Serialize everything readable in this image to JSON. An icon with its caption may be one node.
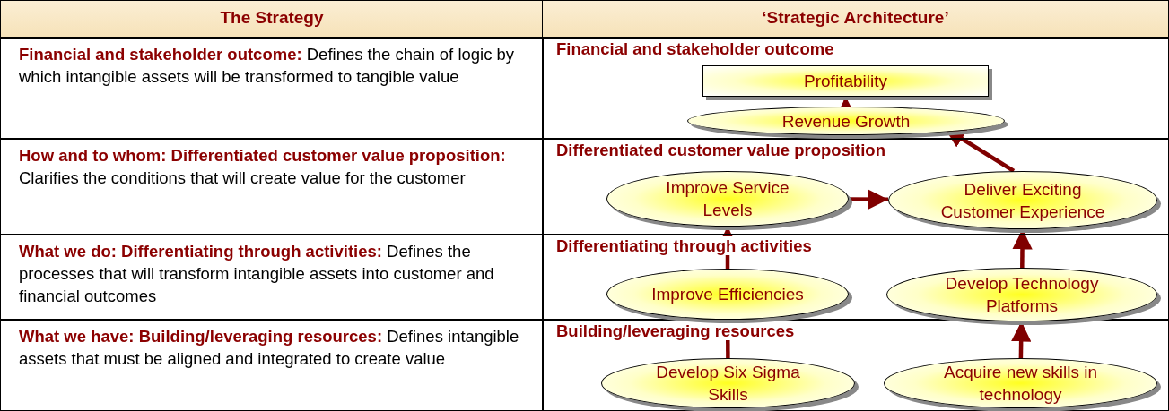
{
  "diagram": {
    "nodes": [
      {
        "text": [
          "Profitability"
        ]
      },
      {
        "text": [
          "Revenue Growth"
        ]
      },
      {
        "text": [
          "Improve Service Levels"
        ]
      },
      {
        "text": [
          "Deliver Exciting Customer Experience"
        ]
      },
      {
        "text": [
          "Improve Efficiencies"
        ]
      },
      {
        "text": [
          "Develop Technology Platforms"
        ]
      },
      {
        "text": [
          "Develop Six Sigma Skills"
        ]
      },
      {
        "text": [
          "Acquire new skills in technology"
        ]
      }
    ],
    "edges": [
      {
        "from": 1,
        "to": 0,
        "arrow": "to"
      },
      {
        "from": 3,
        "to": 1,
        "arrow": "to"
      },
      {
        "from": 2,
        "to": 3,
        "arrow": "to"
      },
      {
        "from": 4,
        "to": 2,
        "arrow": "to"
      },
      {
        "from": 5,
        "to": 3,
        "arrow": "to"
      },
      {
        "from": 6,
        "to": 4,
        "arrow": "to"
      },
      {
        "from": 7,
        "to": 5,
        "arrow": "to"
      }
    ],
    "labels": [
      "The Strategy",
      "‘Strategic Architecture’",
      "**Financial and stakeholder outcome:** Defines the chain of logic by which intangible assets will be transformed to tangible value",
      "Financial and stakeholder outcome",
      "**How and to whom: Differentiated customer value proposition:** Clarifies the conditions that will create value for the customer",
      "Differentiated customer value proposition",
      "**What we do: Differentiating through activities:** Defines the processes that will transform intangible assets into customer and financial outcomes",
      "Differentiating through activities",
      "**What we have: Building/leveraging resources:** Defines intangible assets that must be aligned and integrated to create value",
      "Building/leveraging resources"
    ]
  }
}
